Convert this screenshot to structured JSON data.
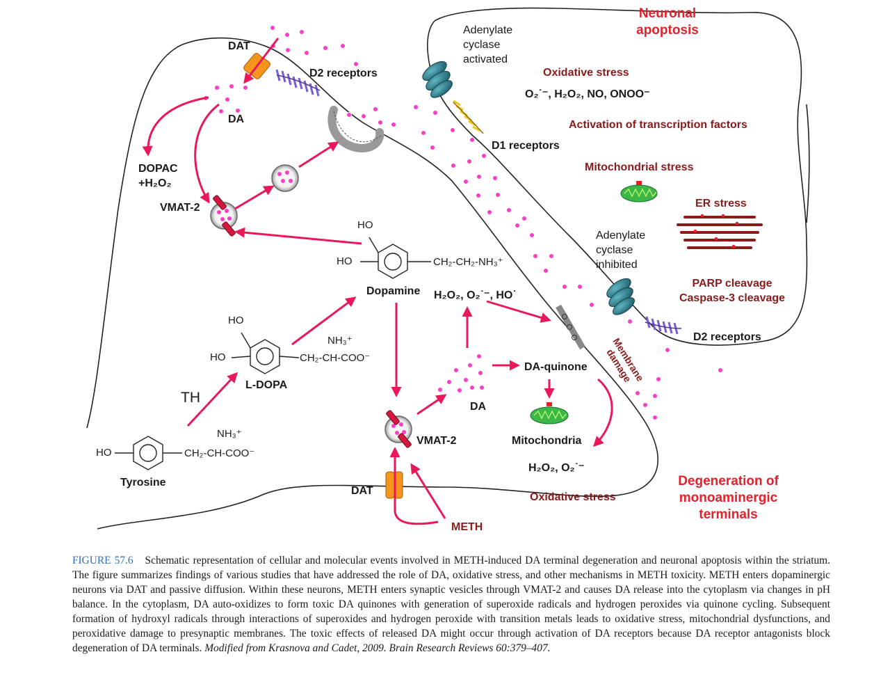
{
  "labels": {
    "neuronal_apoptosis": [
      "Neuronal",
      "apoptosis"
    ],
    "adenylate_activated": [
      "Adenylate",
      "cyclase",
      "activated"
    ],
    "oxidative_stress_top": "Oxidative stress",
    "ros_top": "O₂˙⁻, H₂O₂, NO, ONOO⁻",
    "transcription": "Activation of transcription factors",
    "mito_stress": "Mitochondrial stress",
    "er_stress": "ER stress",
    "adenylate_inhibited": [
      "Adenylate",
      "cyclase",
      "inhibited"
    ],
    "parp": [
      "PARP cleavage",
      "Caspase-3 cleavage"
    ],
    "d2_receptors_top": "D2 receptors",
    "d1_receptors": "D1 receptors",
    "d2_receptors_right": "D2 receptors",
    "dat_top": "DAT",
    "da_top": "DA",
    "dopac": [
      "DOPAC",
      "+H₂O₂"
    ],
    "vmat2_left": "VMAT-2",
    "dopamine_ho1": "HO",
    "dopamine_ho2": "HO",
    "dopamine_chain": "CH₂-CH₂-NH₃⁺",
    "dopamine": "Dopamine",
    "ros_mid": "H₂O₂, O₂˙⁻, HO˙",
    "ldopa_ho1": "HO",
    "ldopa_ho2": "HO",
    "ldopa_nh3": "NH₃⁺",
    "ldopa_chain": "CH₂-CH-COO⁻",
    "ldopa": "L-DOPA",
    "th": "TH",
    "tyr_ho": "HO",
    "tyr_nh3": "NH₃⁺",
    "tyr_chain": "CH₂-CH-COO⁻",
    "tyrosine": "Tyrosine",
    "da_quinone": "DA-quinone",
    "membrane_damage": "Membrane damage",
    "da_mid": "DA",
    "vmat2_mid": "VMAT-2",
    "mitochondria": "Mitochondria",
    "ros_bottom": "H₂O₂, O₂˙⁻",
    "oxidative_stress_bottom": "Oxidative stress",
    "degeneration": [
      "Degeneration of",
      "monoaminergic",
      "terminals"
    ],
    "dat_bottom": "DAT",
    "meth": "METH"
  },
  "caption": {
    "figure": "FIGURE 57.6",
    "text": "Schematic representation of cellular and molecular events involved in METH-induced DA terminal degeneration and neuronal apoptosis within the striatum. The figure summarizes findings of various studies that have addressed the role of DA, oxidative stress, and other mechanisms in METH toxicity. METH enters dopaminergic neurons via DAT and passive diffusion. Within these neurons, METH enters synaptic vesicles through VMAT-2 and causes DA release into the cytoplasm via changes in pH balance. In the cytoplasm, DA auto-oxidizes to form toxic DA quinones with generation of superoxide radicals and hydrogen peroxides via quinone cycling. Subsequent formation of hydroxyl radicals through interactions of superoxides and hydrogen peroxide with transition metals leads to oxidative stress, mitochondrial dysfunctions, and peroxidative damage to presynaptic membranes. The toxic effects of released DA might occur through activation of DA receptors because DA receptor antagonists block degeneration of DA terminals.",
    "source": "Modified from Krasnova and Cadet, 2009. Brain Research Reviews 60:379–407."
  },
  "colors": {
    "arrow": "#e8185a",
    "label_red": "#e8202a",
    "label_dark_red": "#8b1a1a",
    "caption_blue": "#2f6fb5",
    "dot": "#ff3cc8",
    "receptor_purple": "#7a5cd6",
    "adenylate_teal": "#2a7f8f",
    "transporter_orange": "#f7941d",
    "mitochondria_green": "#3cb84a"
  }
}
